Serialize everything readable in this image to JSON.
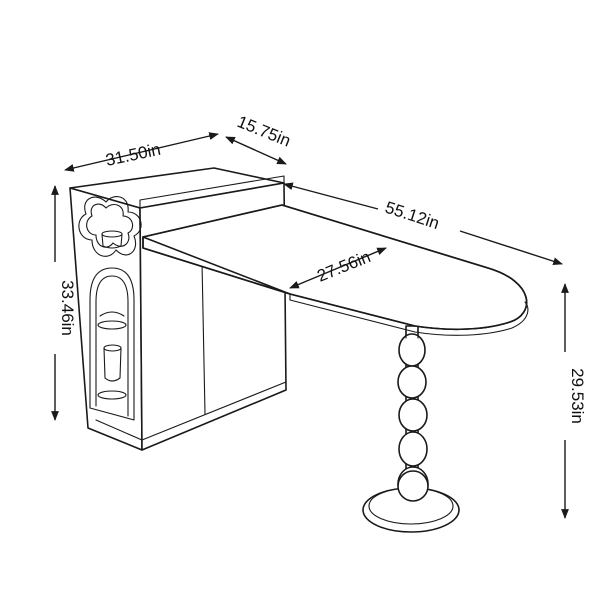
{
  "dimensions": {
    "cabinet_width": "31.50in",
    "cabinet_depth": "15.75in",
    "cabinet_height": "33.46in",
    "table_length": "55.12in",
    "table_width": "27.56in",
    "table_height": "29.53in"
  },
  "colors": {
    "line": "#1a1a1a",
    "background": "#ffffff"
  }
}
